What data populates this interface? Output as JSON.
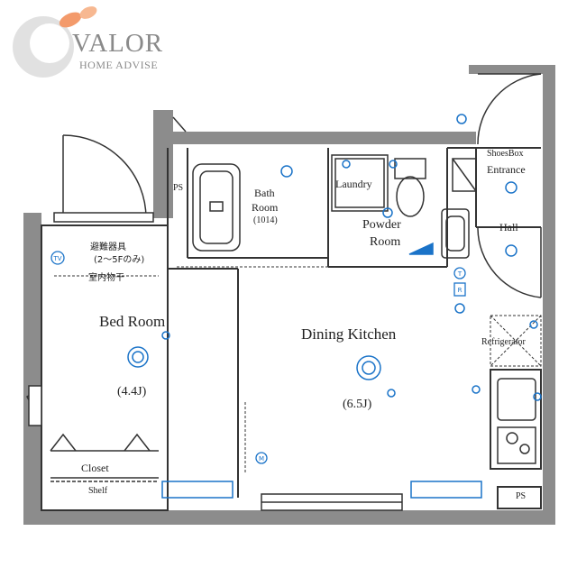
{
  "logo": {
    "name": "VALOR",
    "tagline": "HOME ADVISE"
  },
  "rooms": {
    "bed_room": "Bed Room",
    "bed_room_size": "(4.4J)",
    "dining_kitchen": "Dining Kitchen",
    "dining_kitchen_size": "(6.5J)",
    "bath_room_line1": "Bath",
    "bath_room_line2": "Room",
    "bath_room_size": "(1014)",
    "laundry": "Laundry",
    "powder_room_line1": "Powder",
    "powder_room_line2": "Room",
    "entrance": "Entrance",
    "shoes_box": "ShoesBox",
    "hall": "Hall",
    "refrigerator": "Refrigerator",
    "closet": "Closet",
    "shelf": "Shelf",
    "ps_top": "PS",
    "ps_bottom": "PS",
    "evacuation_line1": "避難器具",
    "evacuation_line2": "(2～5Fのみ)",
    "indoor_drying": "室内物干"
  },
  "symbols": {
    "tv": "TV",
    "t": "T",
    "r": "R",
    "m": "M"
  },
  "colors": {
    "wall": "#8c8c8c",
    "line": "#333333",
    "equipment": "#1a73c8",
    "logo_orange": "#f39a6b",
    "logo_gray": "#8a8a8a"
  }
}
